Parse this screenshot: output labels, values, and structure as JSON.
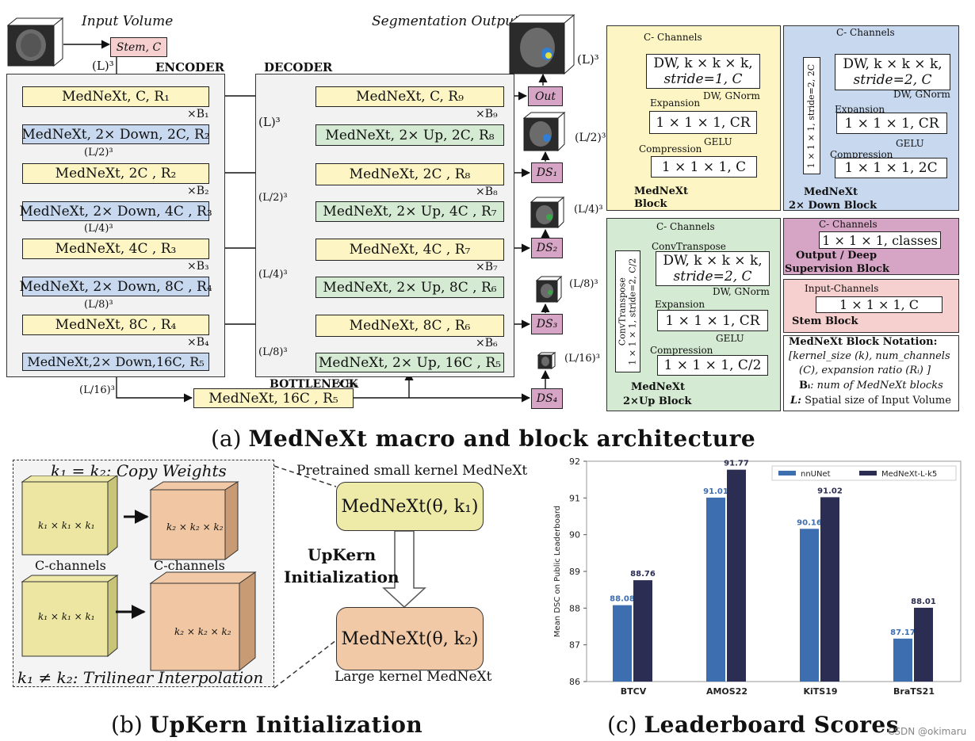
{
  "panel_a": {
    "input_volume": "Input Volume",
    "segmentation_output": "Segmentation Output",
    "stem": "Stem, C",
    "encoder_title": "ENCODER",
    "decoder_title": "DECODER",
    "bottleneck_title": "BOTTLENECK",
    "size_L": "(L)³",
    "size_L2": "(L/2)³",
    "size_L4": "(L/4)³",
    "size_L8": "(L/8)³",
    "size_L16": "(L/16)³",
    "enc_blocks": [
      "MedNeXt, C, R₁",
      "MedNeXt, 2C , R₂",
      "MedNeXt, 4C , R₃",
      "MedNeXt, 8C , R₄"
    ],
    "enc_down": [
      "MedNeXt, 2× Down,  2C, R₂",
      "MedNeXt, 2× Down, 4C , R₃",
      "MedNeXt, 2× Down, 8C , R₄",
      "MedNeXt,2× Down,16C, R₅"
    ],
    "enc_mult": [
      "×B₁",
      "×B₂",
      "×B₃",
      "×B₄"
    ],
    "dec_blocks": [
      "MedNeXt, C, R₉",
      "MedNeXt, 2C , R₈",
      "MedNeXt, 4C , R₇",
      "MedNeXt, 8C , R₆"
    ],
    "dec_up": [
      "MedNeXt, 2× Up,  2C, R₈",
      "MedNeXt, 2× Up, 4C , R₇",
      "MedNeXt, 2× Up, 8C , R₆",
      "MedNeXt, 2× Up, 16C , R₅"
    ],
    "dec_mult": [
      "×B₉",
      "×B₈",
      "×B₇",
      "×B₆"
    ],
    "bottleneck_block": "MedNeXt, 16C , R₅",
    "bottleneck_mult": "×B₅",
    "out": "Out",
    "ds": [
      "DS₁",
      "DS₂",
      "DS₃",
      "DS₄"
    ],
    "out_sizes": [
      "(L)³",
      "(L/2)³",
      "(L/4)³",
      "(L/8)³",
      "(L/16)³"
    ],
    "caption_prefix": "(a) ",
    "caption": "MedNeXt macro and block architecture"
  },
  "blocks": {
    "c_channels": "C- Channels",
    "mednext_dw": "DW, k × k × k,",
    "mednext_stride1": "stride=1, C",
    "dw_gnorm": "DW, GNorm",
    "expansion": "Expansion",
    "expand_cr": "1 × 1 × 1, CR",
    "gelu": "GELU",
    "compression": "Compression",
    "compress_c": "1 × 1 × 1, C",
    "mednext_block_label": "MedNeXt Block",
    "down_side": "1 × 1 × 1, stride=2, 2C",
    "down_stride2": "stride=2, C",
    "compress_2c": "1 × 1 × 1, 2C",
    "down_block_label_1": "MedNeXt",
    "down_block_label_2": "2× Down Block",
    "conv_transpose": "ConvTranspose",
    "up_side_1": "ConvTranspose",
    "up_side_2": "1 × 1 × 1, stride=2, C/2",
    "compress_c2": "1 × 1 × 1, C/2",
    "up_block_label_1": "MedNeXt",
    "up_block_label_2": "2×Up Block",
    "classes": "1 × 1 × 1, classes",
    "out_block_label_1": "Output / Deep",
    "out_block_label_2": "Supervision Block",
    "input_channels": "Input-Channels",
    "stem_block_label": "Stem Block",
    "notation_title": "MedNeXt Block Notation:",
    "notation_1": "[kernel_size (k), num_channels",
    "notation_2": "(C), expansion ratio (Rᵢ) ]",
    "notation_3_b": "Bᵢ",
    "notation_3": ": num of MedNeXt blocks",
    "notation_4_b": "L:",
    "notation_4": " Spatial size of Input Volume"
  },
  "panel_b": {
    "copy_weights": "k₁ = k₂: Copy Weights",
    "trilinear": "k₁ ≠ k₂: Trilinear Interpolation",
    "k1_cube": "k₁ × k₁ × k₁",
    "k2_cube": "k₂ × k₂ × k₂",
    "c_channels": "C-channels",
    "pretrained_label": "Pretrained small kernel MedNeXt",
    "small_model": "MedNeXt(θ, k₁)",
    "upkern_1": "UpKern",
    "upkern_2": "Initialization",
    "large_model": "MedNeXt(θ, k₂)",
    "large_label": "Large kernel MedNeXt",
    "caption_prefix": "(b) ",
    "caption": "UpKern Initialization"
  },
  "panel_c": {
    "caption_prefix": "(c) ",
    "caption": "Leaderboard Scores",
    "watermark": "CSDN @okimaru"
  },
  "chart_data": {
    "type": "bar",
    "categories": [
      "BTCV",
      "AMOS22",
      "KiTS19",
      "BraTS21"
    ],
    "series": [
      {
        "name": "nnUNet",
        "values": [
          88.08,
          91.01,
          90.16,
          87.17
        ],
        "color": "#3d6eb0"
      },
      {
        "name": "MedNeXt-L-k5",
        "values": [
          88.76,
          91.77,
          91.02,
          88.01
        ],
        "color": "#2b2d52"
      }
    ],
    "ylabel": "Mean DSC on Public Leaderboard",
    "ylim": [
      86,
      92
    ],
    "yticks": [
      86,
      87,
      88,
      89,
      90,
      91,
      92
    ],
    "legend": "top-right",
    "grid": false
  }
}
